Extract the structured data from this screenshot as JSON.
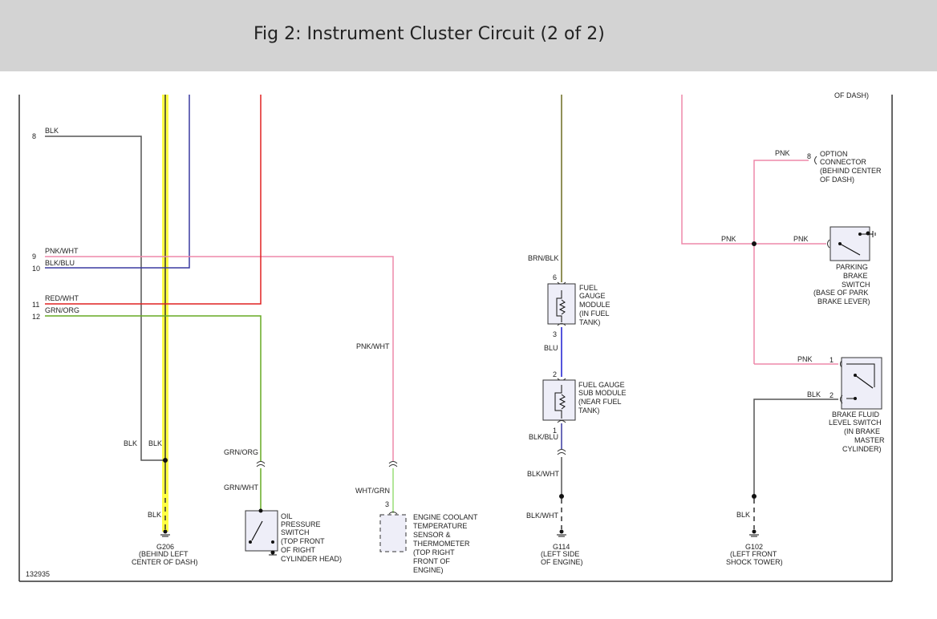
{
  "header": {
    "title": "Fig 2: Instrument Cluster Circuit (2 of 2)"
  },
  "diagram": {
    "id": "132935",
    "top_cut_text": "OF DASH)",
    "pins": [
      "8",
      "9",
      "10",
      "11",
      "12"
    ],
    "left_wires": [
      "BLK",
      "PNK/WHT",
      "BLK/BLU",
      "RED/WHT",
      "GRN/ORG"
    ],
    "g206": {
      "blk1": "BLK",
      "blk2": "BLK",
      "blk3": "BLK",
      "name": "G206",
      "desc": [
        "(BEHIND LEFT",
        "CENTER OF DASH)"
      ]
    },
    "oil": {
      "wire_top": "GRN/ORG",
      "wire_bottom": "GRN/WHT",
      "desc": [
        "OIL",
        "PRESSURE",
        "SWITCH",
        "(TOP FRONT",
        "OF RIGHT",
        "CYLINDER HEAD)"
      ]
    },
    "coolant": {
      "wire_mid": "PNK/WHT",
      "wire_bottom": "WHT/GRN",
      "pin": "3",
      "desc": [
        "ENGINE COOLANT",
        "TEMPERATURE",
        "SENSOR &",
        "THERMOMETER",
        "(TOP RIGHT",
        "FRONT OF",
        "ENGINE)"
      ]
    },
    "fuel": {
      "wire_top": "BRN/BLK",
      "pin6": "6",
      "pin3": "3",
      "wire_mid": "BLU",
      "pin2": "2",
      "pin1": "1",
      "wire_blkblu": "BLK/BLU",
      "wire_blkwht1": "BLK/WHT",
      "wire_blkwht2": "BLK/WHT",
      "module_desc": [
        "FUEL",
        "GAUGE",
        "MODULE",
        "(IN FUEL",
        "TANK)"
      ],
      "sub_desc": [
        "FUEL GAUGE",
        "SUB MODULE",
        "(NEAR FUEL",
        "TANK)"
      ],
      "ground": "G114",
      "ground_desc": [
        "(LEFT SIDE",
        "OF ENGINE)"
      ]
    },
    "right": {
      "pnk_option": "PNK",
      "pin8": "8",
      "option_desc": [
        "OPTION",
        "CONNECTOR",
        "(BEHIND CENTER",
        "OF DASH)"
      ],
      "pnk_left": "PNK",
      "pnk_right": "PNK",
      "park_desc": [
        "PARKING",
        "BRAKE",
        "SWITCH",
        "(BASE OF PARK",
        "BRAKE LEVER)"
      ],
      "pnk_fluid": "PNK",
      "pin1": "1",
      "blk_fluid": "BLK",
      "pin2": "2",
      "fluid_desc": [
        "BRAKE FLUID",
        "LEVEL SWITCH",
        "(IN BRAKE",
        "MASTER",
        "CYLINDER)"
      ],
      "blk_ground": "BLK",
      "ground": "G102",
      "ground_desc": [
        "(LEFT FRONT",
        "SHOCK TOWER)"
      ]
    },
    "colors": {
      "BLK": "#555555",
      "YEL": "#ffff44",
      "BLU": "#3a3aa0",
      "RED": "#e02020",
      "PNK": "#ee88aa",
      "GRN": "#66aa22",
      "BRN": "#6b6b20",
      "DBLU": "#1a1ad0",
      "LGRN": "#99dd77"
    }
  }
}
